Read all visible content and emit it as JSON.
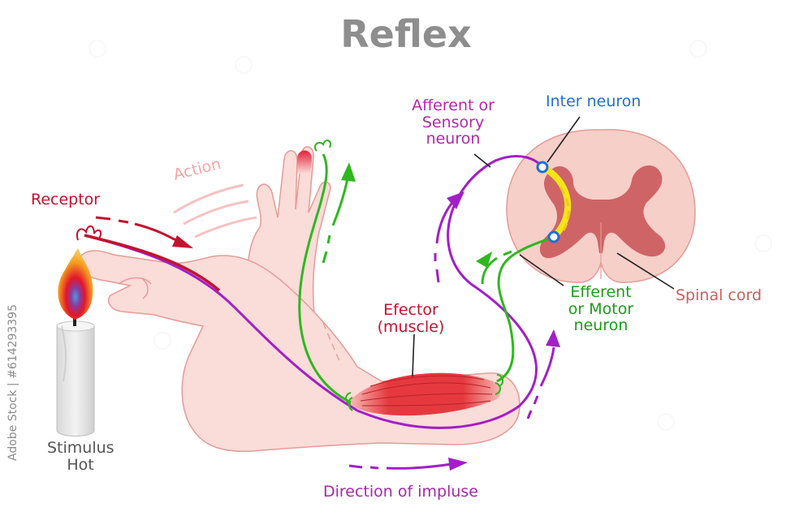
{
  "title": "Reflex",
  "labels": {
    "receptor": "Receptor",
    "action": "Action",
    "afferent_line1": "Afferent or",
    "afferent_line2": "Sensory",
    "afferent_line3": "neuron",
    "inter_neuron": "Inter neuron",
    "spinal_cord": "Spinal cord",
    "efferent_line1": "Efferent",
    "efferent_line2": "or Motor",
    "efferent_line3": "neuron",
    "effector_line1": "Efector",
    "effector_line2": "(muscle)",
    "stimulus_line1": "Stimulus",
    "stimulus_line2": "Hot",
    "direction": "Direction of impluse",
    "stock_id": "Adobe Stock | #614293395"
  },
  "colors": {
    "title": "#8e8e8e",
    "receptor": "#c4122e",
    "action": "#f2a6a6",
    "sensory": "#a21ec7",
    "motor": "#2eb81e",
    "inter": "#f4e51a",
    "inter_label": "#1e6fd8",
    "spinal_label": "#c9605c",
    "spinal_outer": "#f6cfc9",
    "spinal_inner": "#cf6466",
    "skin": "#fadcd9",
    "skin_line": "#e59b96",
    "muscle": "#e94649",
    "flame_outer": "#f39a1f",
    "flame_inner": "#e3162b",
    "flame_core": "#4a9bdc",
    "candle": "#e9e9e9"
  }
}
